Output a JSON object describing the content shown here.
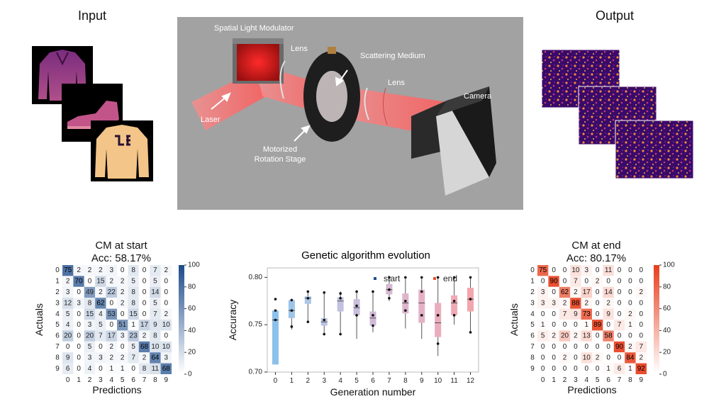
{
  "top": {
    "input_title": "Input",
    "output_title": "Output",
    "setup_labels": {
      "slm": "Spatial Light Modulator",
      "lens1": "Lens",
      "scattering": "Scattering Medium",
      "lens2": "Lens",
      "camera": "Camera",
      "laser": "Laser",
      "stage_line1": "Motorized",
      "stage_line2": "Rotation Stage"
    }
  },
  "cm_start": {
    "title": "CM at start",
    "subtitle": "Acc: 58.17%",
    "xlabel": "Predictions",
    "ylabel": "Actuals",
    "colorbar_ticks": [
      "100",
      "80",
      "60",
      "40",
      "20",
      "0"
    ],
    "labels": [
      "0",
      "1",
      "2",
      "3",
      "4",
      "5",
      "6",
      "7",
      "8",
      "9"
    ],
    "matrix": [
      [
        75,
        2,
        2,
        2,
        3,
        0,
        8,
        0,
        7,
        2
      ],
      [
        2,
        70,
        0,
        15,
        2,
        2,
        5,
        0,
        5,
        0
      ],
      [
        3,
        0,
        49,
        2,
        22,
        2,
        8,
        0,
        14,
        0
      ],
      [
        12,
        3,
        8,
        62,
        0,
        2,
        8,
        0,
        5,
        0
      ],
      [
        5,
        0,
        15,
        4,
        53,
        0,
        15,
        0,
        7,
        2
      ],
      [
        4,
        0,
        3,
        5,
        0,
        51,
        1,
        17,
        9,
        10
      ],
      [
        20,
        0,
        20,
        7,
        17,
        3,
        23,
        2,
        8,
        0
      ],
      [
        0,
        0,
        5,
        0,
        2,
        0,
        5,
        68,
        10,
        10
      ],
      [
        9,
        0,
        3,
        3,
        2,
        2,
        7,
        2,
        64,
        3
      ],
      [
        6,
        0,
        4,
        0,
        1,
        1,
        0,
        8,
        11,
        68
      ]
    ]
  },
  "cm_end": {
    "title": "CM at end",
    "subtitle": "Acc: 80.17%",
    "xlabel": "Predictions",
    "ylabel": "Actuals",
    "colorbar_ticks": [
      "100",
      "80",
      "60",
      "40",
      "20",
      "0"
    ],
    "labels": [
      "0",
      "1",
      "2",
      "3",
      "4",
      "5",
      "6",
      "7",
      "8",
      "9"
    ],
    "matrix": [
      [
        75,
        0,
        0,
        10,
        3,
        0,
        11,
        0,
        0,
        0
      ],
      [
        0,
        90,
        0,
        7,
        0,
        2,
        0,
        0,
        0,
        0
      ],
      [
        3,
        0,
        62,
        2,
        17,
        0,
        14,
        0,
        0,
        2
      ],
      [
        3,
        3,
        2,
        88,
        2,
        0,
        2,
        0,
        0,
        0
      ],
      [
        0,
        0,
        7,
        9,
        73,
        0,
        9,
        0,
        2,
        0
      ],
      [
        1,
        0,
        0,
        0,
        1,
        89,
        0,
        7,
        1,
        0
      ],
      [
        5,
        2,
        20,
        2,
        13,
        0,
        58,
        0,
        0,
        0
      ],
      [
        0,
        0,
        0,
        0,
        0,
        0,
        0,
        90,
        2,
        7
      ],
      [
        0,
        0,
        2,
        0,
        10,
        2,
        0,
        0,
        84,
        2
      ],
      [
        0,
        0,
        0,
        0,
        0,
        0,
        1,
        6,
        1,
        92
      ]
    ]
  },
  "chart_data": {
    "type": "box",
    "title": "Genetic algorithm evolution",
    "xlabel": "Generation number",
    "ylabel": "Accuracy",
    "ylim": [
      0.7,
      0.81
    ],
    "yticks": [
      "0.70",
      "0.75",
      "0.80"
    ],
    "legend": [
      "start",
      "end"
    ],
    "legend_colors": [
      "#1f4e8c",
      "#e8532b"
    ],
    "legend_position": "top-right",
    "categories": [
      "0",
      "1",
      "2",
      "3",
      "4",
      "5",
      "6",
      "7",
      "8",
      "9",
      "10",
      "11",
      "12"
    ],
    "boxes": [
      {
        "q1": 0.708,
        "q3": 0.765,
        "med": 0.755,
        "wlo": 0.708,
        "whi": 0.765,
        "points": [
          0.777,
          0.765,
          0.755
        ]
      },
      {
        "q1": 0.757,
        "q3": 0.776,
        "med": 0.765,
        "wlo": 0.745,
        "whi": 0.776,
        "points": [
          0.776,
          0.765,
          0.748
        ]
      },
      {
        "q1": 0.772,
        "q3": 0.78,
        "med": 0.778,
        "wlo": 0.753,
        "whi": 0.785,
        "points": [
          0.785,
          0.778,
          0.753
        ]
      },
      {
        "q1": 0.749,
        "q3": 0.757,
        "med": 0.753,
        "wlo": 0.74,
        "whi": 0.784,
        "points": [
          0.784,
          0.755,
          0.74
        ]
      },
      {
        "q1": 0.764,
        "q3": 0.779,
        "med": 0.775,
        "wlo": 0.74,
        "whi": 0.785,
        "points": [
          0.783,
          0.778,
          0.74
        ]
      },
      {
        "q1": 0.76,
        "q3": 0.777,
        "med": 0.768,
        "wlo": 0.735,
        "whi": 0.785,
        "points": [
          0.785,
          0.77,
          0.76
        ]
      },
      {
        "q1": 0.749,
        "q3": 0.764,
        "med": 0.757,
        "wlo": 0.742,
        "whi": 0.785,
        "points": [
          0.785,
          0.76,
          0.749
        ]
      },
      {
        "q1": 0.782,
        "q3": 0.793,
        "med": 0.787,
        "wlo": 0.775,
        "whi": 0.8,
        "points": [
          0.8,
          0.787,
          0.778
        ]
      },
      {
        "q1": 0.762,
        "q3": 0.783,
        "med": 0.773,
        "wlo": 0.746,
        "whi": 0.8,
        "points": [
          0.8,
          0.775,
          0.765
        ]
      },
      {
        "q1": 0.752,
        "q3": 0.787,
        "med": 0.773,
        "wlo": 0.735,
        "whi": 0.8,
        "points": [
          0.8,
          0.785,
          0.76
        ]
      },
      {
        "q1": 0.737,
        "q3": 0.773,
        "med": 0.752,
        "wlo": 0.717,
        "whi": 0.8,
        "points": [
          0.8,
          0.76,
          0.73
        ]
      },
      {
        "q1": 0.76,
        "q3": 0.781,
        "med": 0.773,
        "wlo": 0.75,
        "whi": 0.8,
        "points": [
          0.8,
          0.775,
          0.76
        ]
      },
      {
        "q1": 0.764,
        "q3": 0.789,
        "med": 0.777,
        "wlo": 0.742,
        "whi": 0.8,
        "points": [
          0.8,
          0.777,
          0.742
        ]
      }
    ],
    "box_colors": [
      "#6fb2e6",
      "#84b7e4",
      "#98b8e1",
      "#a9b5dd",
      "#b4b1d8",
      "#bcaed3",
      "#c3aacd",
      "#cca6c6",
      "#d4a2bf",
      "#dc9db6",
      "#e499ac",
      "#eb94a3",
      "#f08e99"
    ]
  }
}
